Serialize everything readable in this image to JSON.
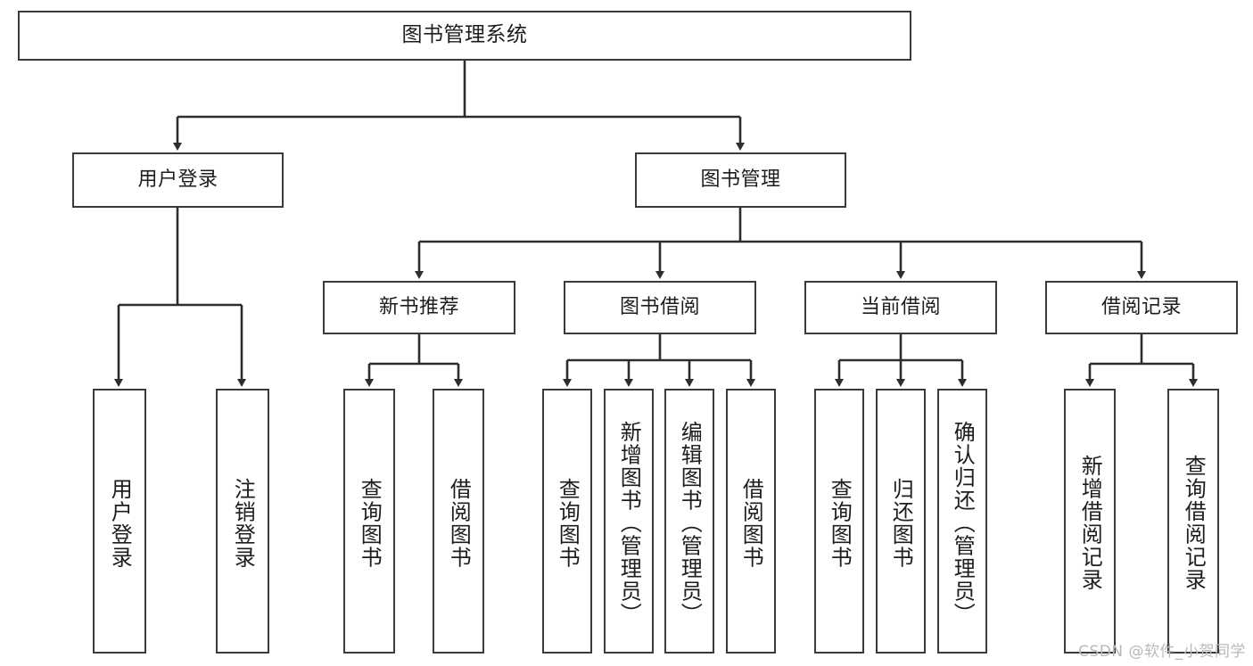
{
  "diagram": {
    "title": "图书管理系统",
    "watermark": "CSDN @软件_小贺同学",
    "stroke_color": "#3a3a3a",
    "text_color": "#1d1d1d",
    "background_color": "#ffffff",
    "root": {
      "label": "图书管理系统"
    },
    "level2": [
      {
        "label": "用户登录"
      },
      {
        "label": "图书管理"
      }
    ],
    "level3": [
      {
        "label": "新书推荐"
      },
      {
        "label": "图书借阅"
      },
      {
        "label": "当前借阅"
      },
      {
        "label": "借阅记录"
      }
    ],
    "leaves": {
      "user_login": [
        {
          "label": "用户登录"
        },
        {
          "label": "注销登录"
        }
      ],
      "new_book": [
        {
          "label": "查询图书"
        },
        {
          "label": "借阅图书"
        }
      ],
      "book_borrow": [
        {
          "label": "查询图书"
        },
        {
          "label": "新增图书（管理员）"
        },
        {
          "label": "编辑图书（管理员）"
        },
        {
          "label": "借阅图书"
        }
      ],
      "current_borrow": [
        {
          "label": "查询图书"
        },
        {
          "label": "归还图书"
        },
        {
          "label": "确认归还（管理员）"
        }
      ],
      "borrow_record": [
        {
          "label": "新增借阅记录"
        },
        {
          "label": "查询借阅记录"
        }
      ]
    }
  }
}
